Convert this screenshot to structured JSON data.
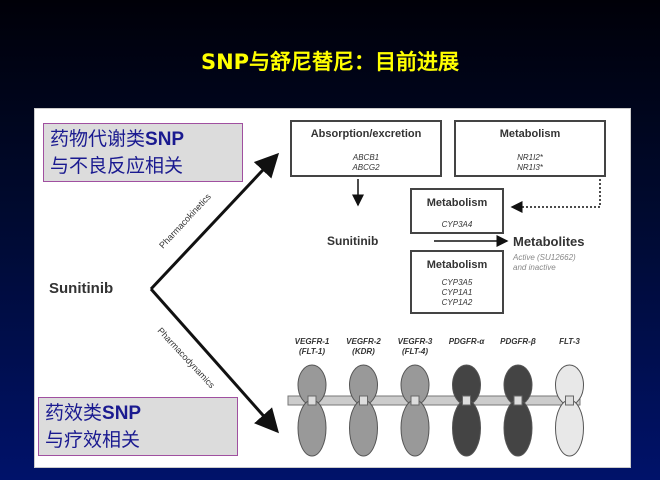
{
  "title": "SNP与舒尼替尼：目前进展",
  "notes": [
    {
      "line1_cn": "药物代谢类",
      "line1_en": "SNP",
      "line2": "与不良反应相关"
    },
    {
      "line1_cn": "药效类",
      "line1_en": "SNP",
      "line2": "与疗效相关"
    }
  ],
  "diagram": {
    "drug": "Sunitinib",
    "branch_pk": "Pharmacokinetics",
    "branch_pd": "Pharmacodynamics",
    "box_absorption": {
      "title": "Absorption/excretion",
      "genes": [
        "ABCB1",
        "ABCG2"
      ]
    },
    "box_metab_nr": {
      "title": "Metabolism",
      "genes": [
        "NR1I2*",
        "NR1I3*"
      ]
    },
    "box_metab_cyp3a4": {
      "title": "Metabolism",
      "genes": [
        "CYP3A4"
      ]
    },
    "box_metab_other": {
      "title": "Metabolism",
      "genes": [
        "CYP3A5",
        "CYP1A1",
        "CYP1A2"
      ]
    },
    "drug_center": "Sunitinib",
    "metabolites": "Metabolites",
    "metabolites_note": [
      "Active (SU12662)",
      "and inactive"
    ],
    "receptors": [
      {
        "name": "VEGFR-1",
        "alt": "(FLT-1)",
        "color": "#999999"
      },
      {
        "name": "VEGFR-2",
        "alt": "(KDR)",
        "color": "#999999"
      },
      {
        "name": "VEGFR-3",
        "alt": "(FLT-4)",
        "color": "#999999"
      },
      {
        "name": "PDGFR-α",
        "alt": "",
        "color": "#444444"
      },
      {
        "name": "PDGFR-β",
        "alt": "",
        "color": "#444444"
      },
      {
        "name": "FLT-3",
        "alt": "",
        "color": "#e8e8e8"
      }
    ]
  }
}
